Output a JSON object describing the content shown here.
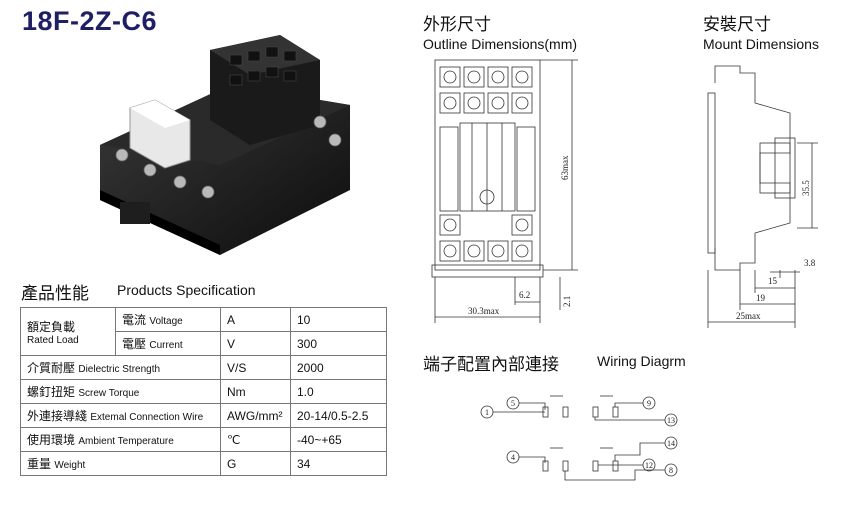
{
  "model": "18F-2Z-C6",
  "outline": {
    "title_zh": "外形尺寸",
    "title_en": "Outline Dimensions(mm)",
    "dims": {
      "height": "63max",
      "width": "30.3max",
      "d1": "6.2",
      "d2": "2.1"
    }
  },
  "mount": {
    "title_zh": "安裝尺寸",
    "title_en": "Mount Dimensions",
    "dims": {
      "h": "35.5",
      "a": "3.8",
      "b": "15",
      "c": "19",
      "w": "25max"
    }
  },
  "spec": {
    "title_zh": "產品性能",
    "title_en": "Products Specification",
    "rated_zh": "額定負載",
    "rated_en": "Rated Load",
    "rows": [
      {
        "zh": "電流",
        "en": "Voltage",
        "unit": "A",
        "value": "10"
      },
      {
        "zh": "電壓",
        "en": "Current",
        "unit": "V",
        "value": "300"
      },
      {
        "zh": "介質耐壓",
        "en": "Dielectric Strength",
        "unit": "V/S",
        "value": "2000"
      },
      {
        "zh": "螺釘扭矩",
        "en": "Screw Torque",
        "unit": "Nm",
        "value": "1.0"
      },
      {
        "zh": "外連接導綫",
        "en": "Extemal Connection Wire",
        "unit": "AWG/mm²",
        "value": "20-14/0.5-2.5"
      },
      {
        "zh": "使用環境",
        "en": "Ambient Temperature",
        "unit": "℃",
        "value": "-40~+65"
      },
      {
        "zh": "重量",
        "en": "Weight",
        "unit": "G",
        "value": "34"
      }
    ]
  },
  "wiring": {
    "title_zh": "端子配置內部連接",
    "title_en": "Wiring Diagrm",
    "terminals": [
      "1",
      "5",
      "9",
      "13",
      "4",
      "8",
      "12",
      "14"
    ]
  }
}
